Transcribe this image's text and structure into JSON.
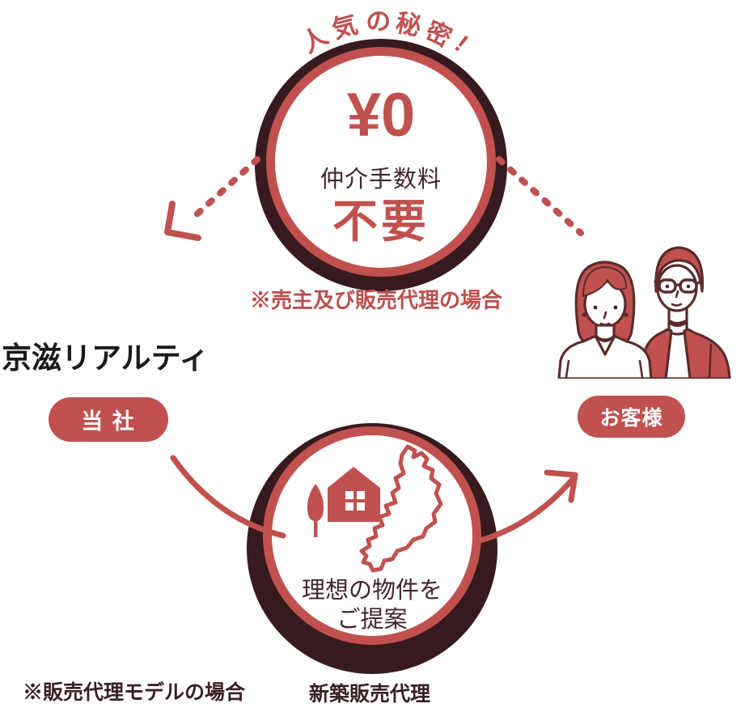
{
  "colors": {
    "accent_red": "#c0514f",
    "shadow_dark": "#371a1e",
    "text_dark": "#43262b",
    "illustration_outline": "#5b2b2c",
    "title_black": "#1b1b1b"
  },
  "arc_title": {
    "text": "人気の秘密!",
    "chars": [
      "人",
      "気",
      "の",
      "秘",
      "密",
      "!"
    ]
  },
  "fee_circle": {
    "amount": "¥0",
    "label": "仲介手数料",
    "status": "不要",
    "note": "※売主及び販売代理の場合"
  },
  "company": {
    "name": "京滋リアルティ",
    "badge": "当 社"
  },
  "customer": {
    "badge": "お客様"
  },
  "proposal_circle": {
    "line1": "理想の物件を",
    "line2": "ご提案"
  },
  "footer": {
    "left_note": "※販売代理モデルの場合",
    "right_label": "新築販売代理"
  }
}
